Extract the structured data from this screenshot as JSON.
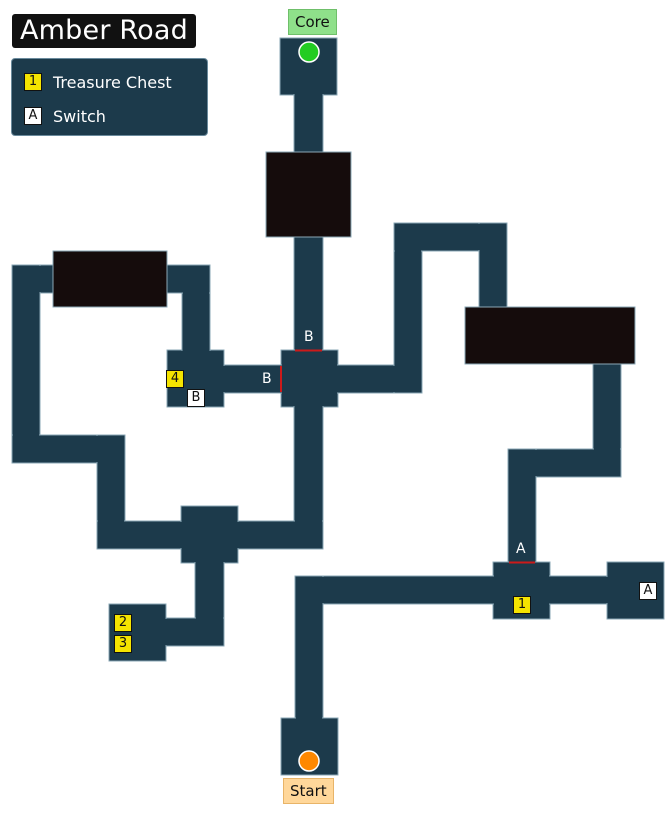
{
  "map_title": "Amber Road",
  "legend": {
    "items": [
      {
        "symbol": "1",
        "kind": "chest",
        "label": "Treasure Chest"
      },
      {
        "symbol": "A",
        "kind": "switch",
        "label": "Switch"
      }
    ]
  },
  "endpoints": {
    "core": {
      "label": "Core",
      "color": "#22cc22"
    },
    "start": {
      "label": "Start",
      "color": "#ff8800"
    }
  },
  "chests": [
    {
      "number": "1"
    },
    {
      "number": "2"
    },
    {
      "number": "3"
    },
    {
      "number": "4"
    }
  ],
  "switches": [
    {
      "letter": "A"
    },
    {
      "letter": "B"
    }
  ],
  "gates": [
    {
      "letter": "A"
    },
    {
      "letter": "B"
    },
    {
      "letter": "B"
    }
  ],
  "colors": {
    "corridor": "#1c3a4b",
    "corridor_border": "#8aa7b6",
    "blocked_room": "#150c0c",
    "gate_line": "#cc1a1a"
  }
}
